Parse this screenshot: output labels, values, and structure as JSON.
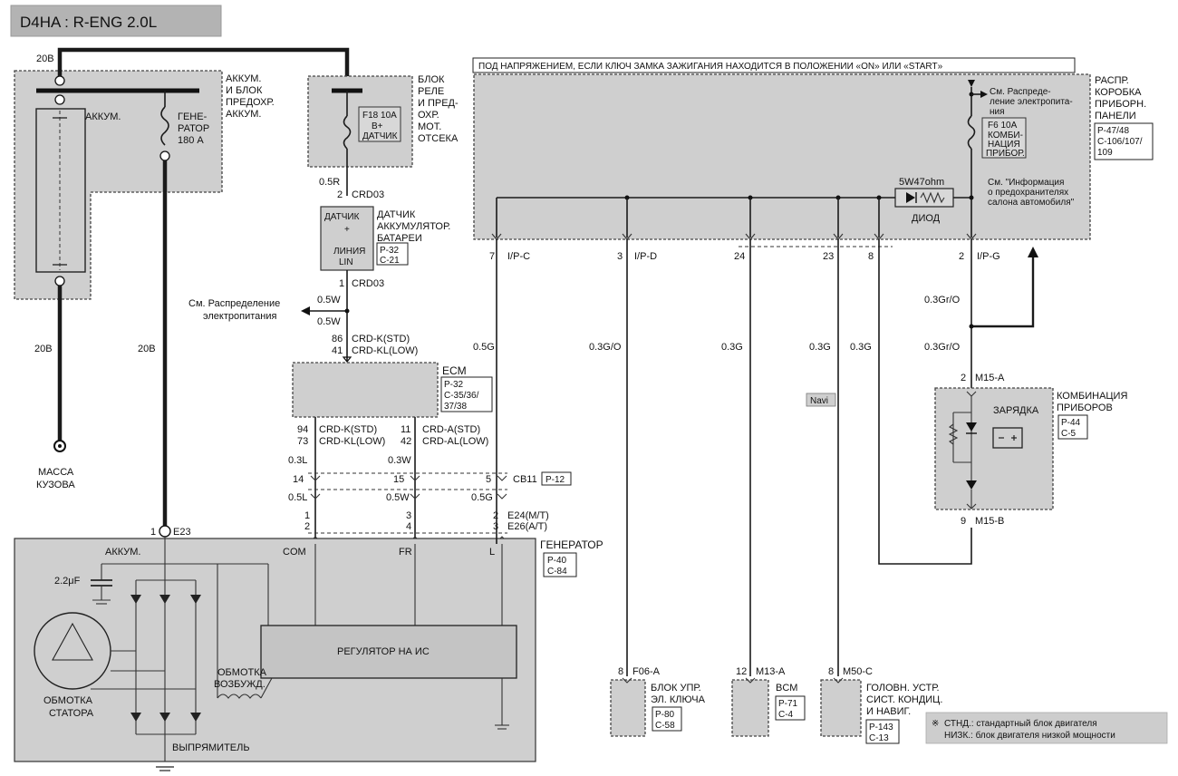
{
  "header": {
    "title": "D4HA : R-ENG 2.0L"
  },
  "top_note": "ПОД НАПРЯЖЕНИЕМ, ЕСЛИ КЛЮЧ ЗАМКА ЗАЖИГАНИЯ НАХОДИТСЯ В ПОЛОЖЕНИИ «ON» ИЛИ «START»",
  "battery_block": {
    "wire_top": "20B",
    "label": [
      "АККУМ.",
      "И БЛОК",
      "ПРЕДОХР.",
      "АККУМ."
    ],
    "inner_label": "АККУМ.",
    "fuse_label": [
      "ГЕНЕ-",
      "РАТОР",
      "180 А"
    ],
    "wire_left": "20B",
    "wire_right": "20B"
  },
  "ground": {
    "label": [
      "МАССА",
      "КУЗОВА"
    ]
  },
  "relay_block": {
    "label": [
      "БЛОК",
      "РЕЛЕ",
      "И ПРЕД-",
      "ОХР.",
      "МОТ.",
      "ОТСЕКА"
    ],
    "fuse": [
      "F18 10A",
      "B+",
      "ДАТЧИК"
    ],
    "wire": "0.5R",
    "pin": "2",
    "connector": "CRD03"
  },
  "sensor": {
    "inner": [
      "ДАТЧИК",
      "+",
      "ЛИНИЯ",
      "LIN"
    ],
    "label": [
      "ДАТЧИК",
      "АККУМУЛЯТОР.",
      "БАТАРЕИ"
    ],
    "ref": [
      "P-32",
      "C-21"
    ],
    "pin": "1",
    "connector": "CRD03",
    "wire1": "0.5W",
    "wire2": "0.5W",
    "see_power": [
      "См. Распределение",
      "электропитания"
    ]
  },
  "ecm": {
    "label": "ECM",
    "ref": [
      "P-32",
      "C-35/36/",
      "37/38"
    ],
    "pin_top_std": "86",
    "pin_top_low": "41",
    "conn_top_std": "CRD-K(STD)",
    "conn_top_low": "CRD-KL(LOW)",
    "pin_l_std": "94",
    "pin_l_low": "73",
    "conn_l_std": "CRD-K(STD)",
    "conn_l_low": "CRD-KL(LOW)",
    "pin_r_std": "11",
    "pin_r_low": "42",
    "conn_r_std": "CRD-A(STD)",
    "conn_r_low": "CRD-AL(LOW)"
  },
  "joint": {
    "wire_a1": "0.3L",
    "wire_b1": "0.3W",
    "pin_a": "14",
    "pin_b": "15",
    "pin_c": "5",
    "connector": "CB11",
    "ref": "P-12",
    "wire_a2": "0.5L",
    "wire_b2": "0.5W",
    "wire_c2": "0.5G",
    "wire_c1": "0.5G"
  },
  "gen_connector": {
    "a1": "1",
    "a2": "2",
    "b1": "3",
    "b2": "4",
    "c1": "2",
    "c2": "3",
    "mt": "E24(M/T)",
    "at": "E26(A/T)"
  },
  "generator": {
    "pin": "1",
    "connector": "E23",
    "label": "ГЕНЕРАТОР",
    "ref": [
      "P-40",
      "C-84"
    ],
    "batt": "АККУМ.",
    "cap": "2.2μF",
    "com": "COM",
    "fr": "FR",
    "l": "L",
    "regulator": "РЕГУЛЯТОР НА ИС",
    "field": [
      "ОБМОТКА",
      "ВОЗБУЖД."
    ],
    "stator": [
      "ОБМОТКА",
      "СТАТОРА"
    ],
    "rectifier": "ВЫПРЯМИТЕЛЬ"
  },
  "ipj": {
    "label": [
      "РАСПР.",
      "КОРОБКА",
      "ПРИБОРН.",
      "ПАНЕЛИ"
    ],
    "ref": [
      "P-47/48",
      "C-106/107/",
      "109"
    ],
    "see_power": [
      "См. Распреде-",
      "ление электропита-",
      "ния"
    ],
    "fuse": [
      "F6 10A",
      "КОМБИ-",
      "НАЦИЯ",
      "ПРИБОР."
    ],
    "diode_value": "5W47ohm",
    "diode": "ДИОД",
    "see_info": [
      "См. \"Информация",
      "о предохранителях",
      "салона автомобиля\""
    ],
    "pins": [
      {
        "n": "7",
        "c": "I/P-C"
      },
      {
        "n": "3",
        "c": "I/P-D"
      },
      {
        "n": "24",
        "c": ""
      },
      {
        "n": "23",
        "c": ""
      },
      {
        "n": "8",
        "c": ""
      },
      {
        "n": "2",
        "c": "I/P-G"
      }
    ]
  },
  "wires_mid": {
    "ipc": "0.5G",
    "ipd": "0.3G/O",
    "p24": "0.3G",
    "p23": "0.3G",
    "p8": "0.3G",
    "ipg1": "0.3Gr/O",
    "ipg2": "0.3Gr/O"
  },
  "navi": "Navi",
  "cluster": {
    "pin_top": "2",
    "conn_top": "M15-A",
    "label": [
      "КОМБИНАЦИЯ",
      "ПРИБОРОВ"
    ],
    "charge": "ЗАРЯДКА",
    "ref": [
      "P-44",
      "C-5"
    ],
    "pin_bottom": "9",
    "conn_bottom": "M15-B"
  },
  "smartkey": {
    "pin": "8",
    "connector": "F06-A",
    "label": [
      "БЛОК УПР.",
      "ЭЛ. КЛЮЧА"
    ],
    "ref": [
      "P-80",
      "C-58"
    ]
  },
  "bcm": {
    "pin": "12",
    "connector": "M13-A",
    "label": "BCM",
    "ref": [
      "P-71",
      "C-4"
    ]
  },
  "head": {
    "pin": "8",
    "connector": "M50-C",
    "label": [
      "ГОЛОВН. УСТР.",
      "СИСТ. КОНДИЦ.",
      "И НАВИГ."
    ],
    "ref": [
      "P-143",
      "C-13"
    ]
  },
  "legend": {
    "mark": "※",
    "std": "СТНД.: стандартный блок двигателя",
    "low": "НИЗК.: блок двигателя низкой мощности"
  }
}
